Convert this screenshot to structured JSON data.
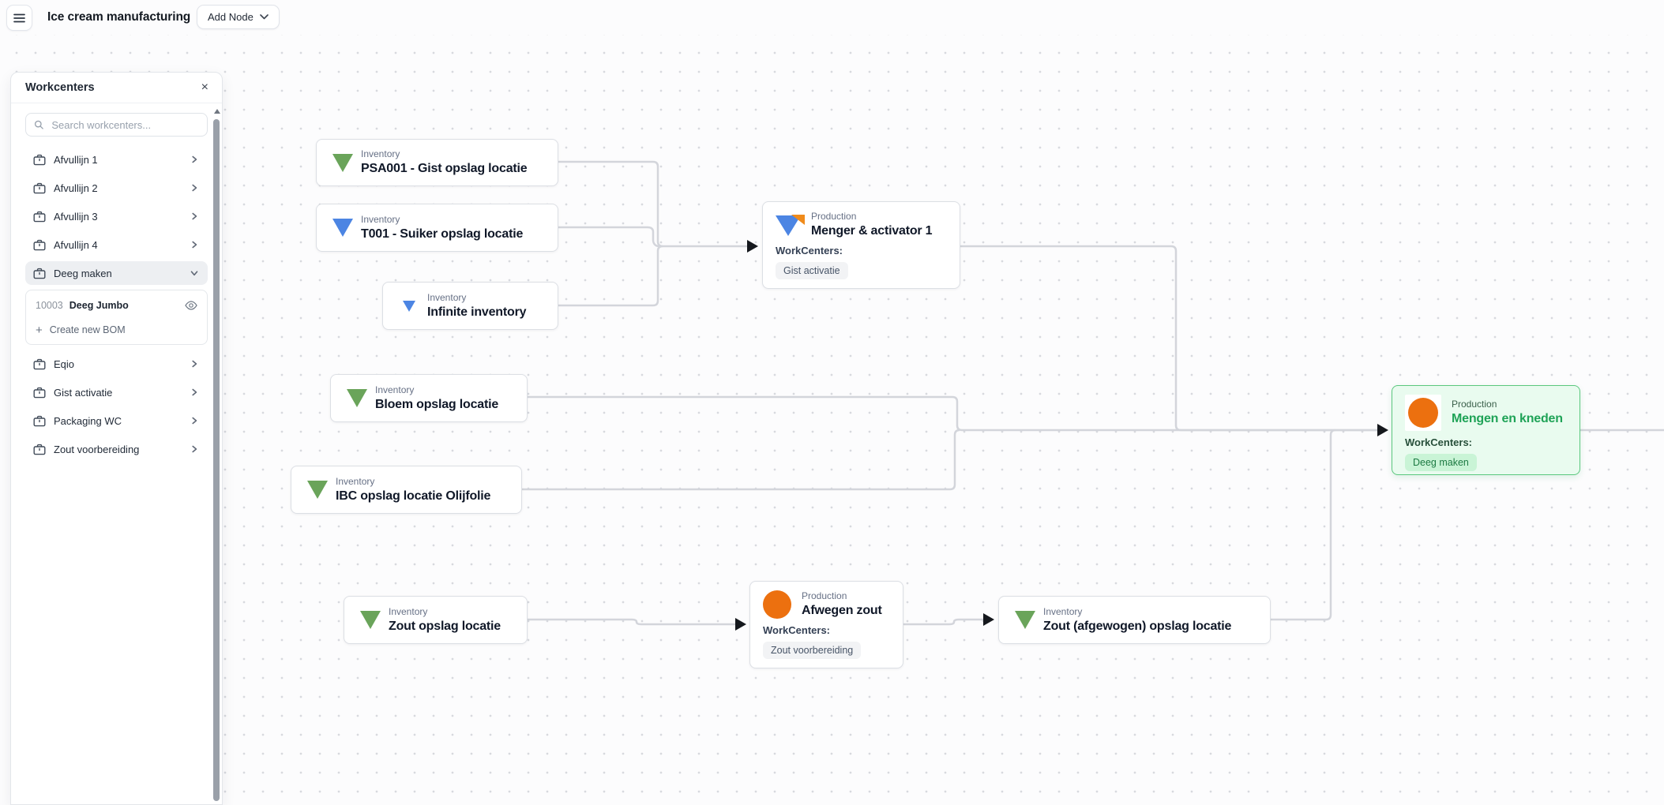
{
  "app": {
    "title": "Ice cream manufacturing",
    "add_node_label": "Add Node"
  },
  "sidebar": {
    "title": "Workcenters",
    "search_placeholder": "Search workcenters...",
    "items": [
      {
        "label": "Afvullijn 1",
        "state": "collapsed"
      },
      {
        "label": "Afvullijn 2",
        "state": "collapsed"
      },
      {
        "label": "Afvullijn 3",
        "state": "collapsed"
      },
      {
        "label": "Afvullijn 4",
        "state": "collapsed"
      },
      {
        "label": "Deeg maken",
        "state": "expanded",
        "selected": true
      },
      {
        "label": "Eqio",
        "state": "collapsed"
      },
      {
        "label": "Gist activatie",
        "state": "collapsed"
      },
      {
        "label": "Packaging WC",
        "state": "collapsed"
      },
      {
        "label": "Zout voorbereiding",
        "state": "collapsed"
      }
    ],
    "bom": {
      "code": "10003",
      "name": "Deeg Jumbo",
      "create_label": "Create new BOM"
    }
  },
  "canvas": {
    "nodes": [
      {
        "type": "Inventory",
        "title": "PSA001 - Gist opslag locatie",
        "icon": "triangle-down-green"
      },
      {
        "type": "Inventory",
        "title": "T001 - Suiker opslag locatie",
        "icon": "triangle-down-blue"
      },
      {
        "type": "Inventory",
        "title": "Infinite inventory",
        "icon": "triangle-down-blue-small"
      },
      {
        "type": "Production",
        "title": "Menger & activator 1",
        "workcenters_title": "WorkCenters:",
        "workcenters": [
          "Gist activatie"
        ],
        "icon": "triangle-blue-orange-corner"
      },
      {
        "type": "Inventory",
        "title": "Bloem opslag locatie",
        "icon": "triangle-down-green"
      },
      {
        "type": "Inventory",
        "title": "IBC opslag locatie Olijfolie",
        "icon": "triangle-down-green"
      },
      {
        "type": "Inventory",
        "title": "Zout opslag locatie",
        "icon": "triangle-down-green"
      },
      {
        "type": "Production",
        "title": "Afwegen zout",
        "workcenters_title": "WorkCenters:",
        "workcenters": [
          "Zout voorbereiding"
        ],
        "icon": "circle-orange"
      },
      {
        "type": "Inventory",
        "title": "Zout (afgewogen) opslag locatie",
        "icon": "triangle-down-green"
      },
      {
        "type": "Production",
        "title": "Mengen en kneden",
        "workcenters_title": "WorkCenters:",
        "workcenters": [
          "Deeg maken"
        ],
        "icon": "circle-orange",
        "selected": true
      }
    ],
    "edges": [
      {
        "from": "PSA001 - Gist opslag locatie",
        "to": "Menger & activator 1"
      },
      {
        "from": "T001 - Suiker opslag locatie",
        "to": "Menger & activator 1"
      },
      {
        "from": "Infinite inventory",
        "to": "Menger & activator 1"
      },
      {
        "from": "Menger & activator 1",
        "to": "Mengen en kneden"
      },
      {
        "from": "Bloem opslag locatie",
        "to": "Mengen en kneden"
      },
      {
        "from": "IBC opslag locatie Olijfolie",
        "to": "Mengen en kneden"
      },
      {
        "from": "Zout opslag locatie",
        "to": "Afwegen zout"
      },
      {
        "from": "Afwegen zout",
        "to": "Zout (afgewogen) opslag locatie"
      },
      {
        "from": "Zout (afgewogen) opslag locatie",
        "to": "Mengen en kneden"
      },
      {
        "from": "Mengen en kneden",
        "to": "offscreen-right"
      }
    ],
    "colors": {
      "inventory_green": "#6aa45a",
      "inventory_blue": "#4c85e3",
      "production_orange": "#ec700f",
      "selected_border": "#5bc87e",
      "selected_bg": "#e9fbef",
      "edge_gray": "#d3d5db"
    }
  }
}
